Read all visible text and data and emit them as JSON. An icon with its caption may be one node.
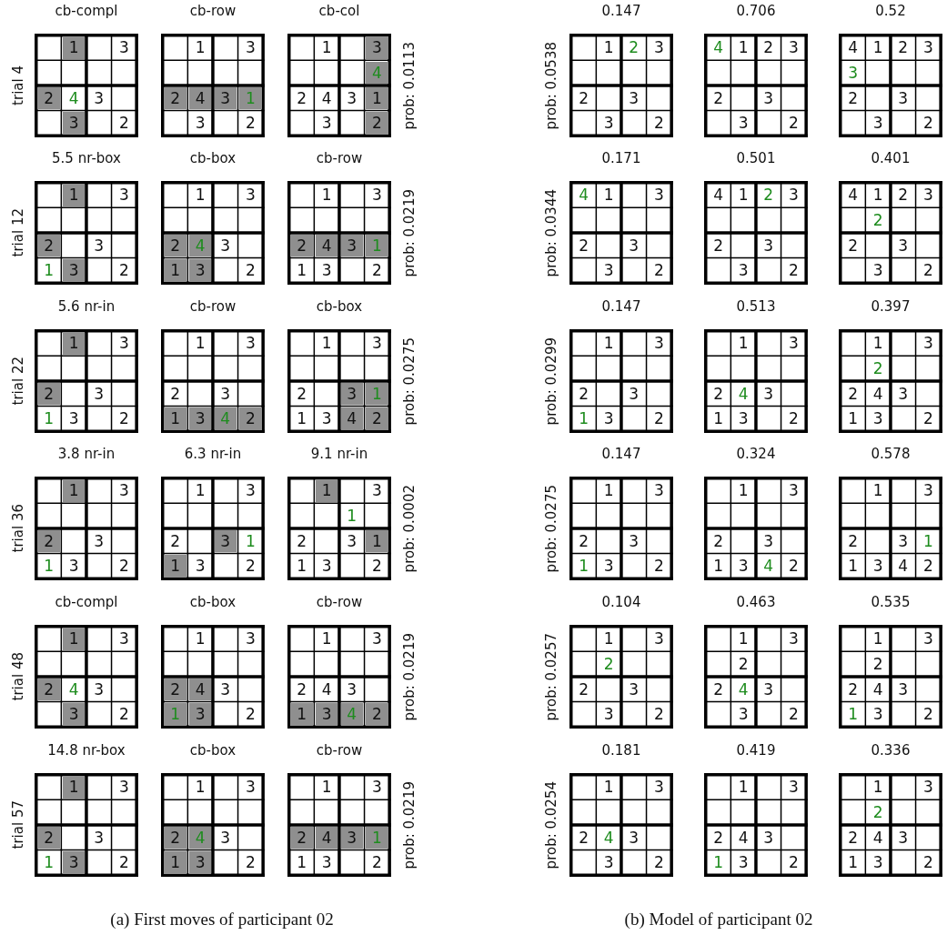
{
  "diagram": {
    "nodes": [
      {
        "text": [
          "cb-compl"
        ]
      },
      {
        "text": [
          "1"
        ],
        "in": 0
      },
      {
        "text": [
          "3"
        ],
        "in": 0
      },
      {
        "text": [
          "2"
        ],
        "in": 0
      },
      {
        "text": [
          "4"
        ],
        "in": 0
      },
      {
        "text": [
          "3"
        ],
        "in": 0
      },
      {
        "text": [
          "3"
        ],
        "in": 0
      },
      {
        "text": [
          "2"
        ],
        "in": 0
      },
      {
        "text": [
          "cb-row"
        ]
      },
      {
        "text": [
          "1"
        ],
        "in": 8
      },
      {
        "text": [
          "3"
        ],
        "in": 8
      },
      {
        "text": [
          "2"
        ],
        "in": 8
      },
      {
        "text": [
          "4"
        ],
        "in": 8
      },
      {
        "text": [
          "3"
        ],
        "in": 8
      },
      {
        "text": [
          "1"
        ],
        "in": 8
      },
      {
        "text": [
          "3"
        ],
        "in": 8
      },
      {
        "text": [
          "2"
        ],
        "in": 8
      },
      {
        "text": [
          "cb-col"
        ]
      },
      {
        "text": [
          "1"
        ],
        "in": 17
      },
      {
        "text": [
          "3"
        ],
        "in": 17
      },
      {
        "text": [
          "4"
        ],
        "in": 17
      },
      {
        "text": [
          "2"
        ],
        "in": 17
      },
      {
        "text": [
          "4"
        ],
        "in": 17
      },
      {
        "text": [
          "3"
        ],
        "in": 17
      },
      {
        "text": [
          "1"
        ],
        "in": 17
      },
      {
        "text": [
          "3"
        ],
        "in": 17
      },
      {
        "text": [
          "2"
        ],
        "in": 17
      },
      {
        "text": [
          "5.5 nr-box"
        ]
      },
      {
        "text": [
          "1"
        ],
        "in": 27
      },
      {
        "text": [
          "3"
        ],
        "in": 27
      },
      {
        "text": [
          "2"
        ],
        "in": 27
      },
      {
        "text": [
          "3"
        ],
        "in": 27
      },
      {
        "text": [
          "1"
        ],
        "in": 27
      },
      {
        "text": [
          "3"
        ],
        "in": 27
      },
      {
        "text": [
          "2"
        ],
        "in": 27
      },
      {
        "text": [
          "cb-box"
        ]
      },
      {
        "text": [
          "1"
        ],
        "in": 35
      },
      {
        "text": [
          "3"
        ],
        "in": 35
      },
      {
        "text": [
          "2"
        ],
        "in": 35
      },
      {
        "text": [
          "4"
        ],
        "in": 35
      },
      {
        "text": [
          "3"
        ],
        "in": 35
      },
      {
        "text": [
          "1"
        ],
        "in": 35
      },
      {
        "text": [
          "3"
        ],
        "in": 35
      },
      {
        "text": [
          "2"
        ],
        "in": 35
      },
      {
        "text": [
          "cb-row"
        ]
      },
      {
        "text": [
          "1"
        ],
        "in": 44
      },
      {
        "text": [
          "3"
        ],
        "in": 44
      },
      {
        "text": [
          "2"
        ],
        "in": 44
      },
      {
        "text": [
          "4"
        ],
        "in": 44
      },
      {
        "text": [
          "3"
        ],
        "in": 44
      },
      {
        "text": [
          "1"
        ],
        "in": 44
      },
      {
        "text": [
          "1"
        ],
        "in": 44
      },
      {
        "text": [
          "3"
        ],
        "in": 44
      },
      {
        "text": [
          "2"
        ],
        "in": 44
      },
      {
        "text": [
          "5.6 nr-in"
        ]
      },
      {
        "text": [
          "1"
        ],
        "in": 54
      },
      {
        "text": [
          "3"
        ],
        "in": 54
      },
      {
        "text": [
          "2"
        ],
        "in": 54
      },
      {
        "text": [
          "3"
        ],
        "in": 54
      },
      {
        "text": [
          "1"
        ],
        "in": 54
      },
      {
        "text": [
          "3"
        ],
        "in": 54
      },
      {
        "text": [
          "2"
        ],
        "in": 54
      },
      {
        "text": [
          "cb-row"
        ]
      },
      {
        "text": [
          "1"
        ],
        "in": 62
      },
      {
        "text": [
          "3"
        ],
        "in": 62
      },
      {
        "text": [
          "2"
        ],
        "in": 62
      },
      {
        "text": [
          "3"
        ],
        "in": 62
      },
      {
        "text": [
          "1"
        ],
        "in": 62
      },
      {
        "text": [
          "3"
        ],
        "in": 62
      },
      {
        "text": [
          "4"
        ],
        "in": 62
      },
      {
        "text": [
          "2"
        ],
        "in": 62
      },
      {
        "text": [
          "cb-box"
        ]
      },
      {
        "text": [
          "1"
        ],
        "in": 71
      },
      {
        "text": [
          "3"
        ],
        "in": 71
      },
      {
        "text": [
          "2"
        ],
        "in": 71
      },
      {
        "text": [
          "3"
        ],
        "in": 71
      },
      {
        "text": [
          "1"
        ],
        "in": 71
      },
      {
        "text": [
          "1"
        ],
        "in": 71
      },
      {
        "text": [
          "3"
        ],
        "in": 71
      },
      {
        "text": [
          "4"
        ],
        "in": 71
      },
      {
        "text": [
          "2"
        ],
        "in": 71
      },
      {
        "text": [
          "3.8 nr-in"
        ]
      },
      {
        "text": [
          "1"
        ],
        "in": 81
      },
      {
        "text": [
          "3"
        ],
        "in": 81
      },
      {
        "text": [
          "2"
        ],
        "in": 81
      },
      {
        "text": [
          "3"
        ],
        "in": 81
      },
      {
        "text": [
          "1"
        ],
        "in": 81
      },
      {
        "text": [
          "3"
        ],
        "in": 81
      },
      {
        "text": [
          "2"
        ],
        "in": 81
      },
      {
        "text": [
          "6.3 nr-in"
        ]
      },
      {
        "text": [
          "1"
        ],
        "in": 89
      },
      {
        "text": [
          "3"
        ],
        "in": 89
      },
      {
        "text": [
          "2"
        ],
        "in": 89
      },
      {
        "text": [
          "3"
        ],
        "in": 89
      },
      {
        "text": [
          "1"
        ],
        "in": 89
      },
      {
        "text": [
          "1"
        ],
        "in": 89
      },
      {
        "text": [
          "3"
        ],
        "in": 89
      },
      {
        "text": [
          "2"
        ],
        "in": 89
      },
      {
        "text": [
          "9.1 nr-in"
        ]
      },
      {
        "text": [
          "1"
        ],
        "in": 98
      },
      {
        "text": [
          "3"
        ],
        "in": 98
      },
      {
        "text": [
          "1"
        ],
        "in": 98
      },
      {
        "text": [
          "2"
        ],
        "in": 98
      },
      {
        "text": [
          "3"
        ],
        "in": 98
      },
      {
        "text": [
          "1"
        ],
        "in": 98
      },
      {
        "text": [
          "1"
        ],
        "in": 98
      },
      {
        "text": [
          "3"
        ],
        "in": 98
      },
      {
        "text": [
          "2"
        ],
        "in": 98
      },
      {
        "text": [
          "cb-compl"
        ]
      },
      {
        "text": [
          "1"
        ],
        "in": 108
      },
      {
        "text": [
          "3"
        ],
        "in": 108
      },
      {
        "text": [
          "2"
        ],
        "in": 108
      },
      {
        "text": [
          "4"
        ],
        "in": 108
      },
      {
        "text": [
          "3"
        ],
        "in": 108
      },
      {
        "text": [
          "3"
        ],
        "in": 108
      },
      {
        "text": [
          "2"
        ],
        "in": 108
      },
      {
        "text": [
          "cb-box"
        ]
      },
      {
        "text": [
          "1"
        ],
        "in": 116
      },
      {
        "text": [
          "3"
        ],
        "in": 116
      },
      {
        "text": [
          "2"
        ],
        "in": 116
      },
      {
        "text": [
          "4"
        ],
        "in": 116
      },
      {
        "text": [
          "3"
        ],
        "in": 116
      },
      {
        "text": [
          "1"
        ],
        "in": 116
      },
      {
        "text": [
          "3"
        ],
        "in": 116
      },
      {
        "text": [
          "2"
        ],
        "in": 116
      },
      {
        "text": [
          "cb-row"
        ]
      },
      {
        "text": [
          "1"
        ],
        "in": 125
      },
      {
        "text": [
          "3"
        ],
        "in": 125
      },
      {
        "text": [
          "2"
        ],
        "in": 125
      },
      {
        "text": [
          "4"
        ],
        "in": 125
      },
      {
        "text": [
          "3"
        ],
        "in": 125
      },
      {
        "text": [
          "1"
        ],
        "in": 125
      },
      {
        "text": [
          "3"
        ],
        "in": 125
      },
      {
        "text": [
          "4"
        ],
        "in": 125
      },
      {
        "text": [
          "2"
        ],
        "in": 125
      },
      {
        "text": [
          "14.8 nr-box"
        ]
      },
      {
        "text": [
          "1"
        ],
        "in": 135
      },
      {
        "text": [
          "3"
        ],
        "in": 135
      },
      {
        "text": [
          "2"
        ],
        "in": 135
      },
      {
        "text": [
          "3"
        ],
        "in": 135
      },
      {
        "text": [
          "1"
        ],
        "in": 135
      },
      {
        "text": [
          "3"
        ],
        "in": 135
      },
      {
        "text": [
          "2"
        ],
        "in": 135
      },
      {
        "text": [
          "cb-box"
        ]
      },
      {
        "text": [
          "1"
        ],
        "in": 143
      },
      {
        "text": [
          "3"
        ],
        "in": 143
      },
      {
        "text": [
          "2"
        ],
        "in": 143
      },
      {
        "text": [
          "4"
        ],
        "in": 143
      },
      {
        "text": [
          "3"
        ],
        "in": 143
      },
      {
        "text": [
          "1"
        ],
        "in": 143
      },
      {
        "text": [
          "3"
        ],
        "in": 143
      },
      {
        "text": [
          "2"
        ],
        "in": 143
      },
      {
        "text": [
          "cb-row"
        ]
      },
      {
        "text": [
          "1"
        ],
        "in": 152
      },
      {
        "text": [
          "3"
        ],
        "in": 152
      },
      {
        "text": [
          "2"
        ],
        "in": 152
      },
      {
        "text": [
          "4"
        ],
        "in": 152
      },
      {
        "text": [
          "3"
        ],
        "in": 152
      },
      {
        "text": [
          "1"
        ],
        "in": 152
      },
      {
        "text": [
          "1"
        ],
        "in": 152
      },
      {
        "text": [
          "3"
        ],
        "in": 152
      },
      {
        "text": [
          "2"
        ],
        "in": 152
      },
      {
        "text": [
          "0.147"
        ]
      },
      {
        "text": [
          "1"
        ],
        "in": 162
      },
      {
        "text": [
          "2"
        ],
        "in": 162
      },
      {
        "text": [
          "3"
        ],
        "in": 162
      },
      {
        "text": [
          "2"
        ],
        "in": 162
      },
      {
        "text": [
          "3"
        ],
        "in": 162
      },
      {
        "text": [
          "3"
        ],
        "in": 162
      },
      {
        "text": [
          "2"
        ],
        "in": 162
      },
      {
        "text": [
          "0.706"
        ]
      },
      {
        "text": [
          "4"
        ],
        "in": 170
      },
      {
        "text": [
          "1"
        ],
        "in": 170
      },
      {
        "text": [
          "2"
        ],
        "in": 170
      },
      {
        "text": [
          "3"
        ],
        "in": 170
      },
      {
        "text": [
          "2"
        ],
        "in": 170
      },
      {
        "text": [
          "3"
        ],
        "in": 170
      },
      {
        "text": [
          "3"
        ],
        "in": 170
      },
      {
        "text": [
          "2"
        ],
        "in": 170
      },
      {
        "text": [
          "0.52"
        ]
      },
      {
        "text": [
          "4"
        ],
        "in": 179
      },
      {
        "text": [
          "1"
        ],
        "in": 179
      },
      {
        "text": [
          "2"
        ],
        "in": 179
      },
      {
        "text": [
          "3"
        ],
        "in": 179
      },
      {
        "text": [
          "3"
        ],
        "in": 179
      },
      {
        "text": [
          "2"
        ],
        "in": 179
      },
      {
        "text": [
          "3"
        ],
        "in": 179
      },
      {
        "text": [
          "3"
        ],
        "in": 179
      },
      {
        "text": [
          "2"
        ],
        "in": 179
      },
      {
        "text": [
          "0.171"
        ]
      },
      {
        "text": [
          "4"
        ],
        "in": 189
      },
      {
        "text": [
          "1"
        ],
        "in": 189
      },
      {
        "text": [
          "3"
        ],
        "in": 189
      },
      {
        "text": [
          "2"
        ],
        "in": 189
      },
      {
        "text": [
          "3"
        ],
        "in": 189
      },
      {
        "text": [
          "3"
        ],
        "in": 189
      },
      {
        "text": [
          "2"
        ],
        "in": 189
      },
      {
        "text": [
          "0.501"
        ]
      },
      {
        "text": [
          "4"
        ],
        "in": 197
      },
      {
        "text": [
          "1"
        ],
        "in": 197
      },
      {
        "text": [
          "2"
        ],
        "in": 197
      },
      {
        "text": [
          "3"
        ],
        "in": 197
      },
      {
        "text": [
          "2"
        ],
        "in": 197
      },
      {
        "text": [
          "3"
        ],
        "in": 197
      },
      {
        "text": [
          "3"
        ],
        "in": 197
      },
      {
        "text": [
          "2"
        ],
        "in": 197
      },
      {
        "text": [
          "0.401"
        ]
      },
      {
        "text": [
          "4"
        ],
        "in": 206
      },
      {
        "text": [
          "1"
        ],
        "in": 206
      },
      {
        "text": [
          "2"
        ],
        "in": 206
      },
      {
        "text": [
          "3"
        ],
        "in": 206
      },
      {
        "text": [
          "2"
        ],
        "in": 206
      },
      {
        "text": [
          "2"
        ],
        "in": 206
      },
      {
        "text": [
          "3"
        ],
        "in": 206
      },
      {
        "text": [
          "3"
        ],
        "in": 206
      },
      {
        "text": [
          "2"
        ],
        "in": 206
      },
      {
        "text": [
          "0.147"
        ]
      },
      {
        "text": [
          "1"
        ],
        "in": 216
      },
      {
        "text": [
          "3"
        ],
        "in": 216
      },
      {
        "text": [
          "2"
        ],
        "in": 216
      },
      {
        "text": [
          "3"
        ],
        "in": 216
      },
      {
        "text": [
          "1"
        ],
        "in": 216
      },
      {
        "text": [
          "3"
        ],
        "in": 216
      },
      {
        "text": [
          "2"
        ],
        "in": 216
      },
      {
        "text": [
          "0.513"
        ]
      },
      {
        "text": [
          "1"
        ],
        "in": 224
      },
      {
        "text": [
          "3"
        ],
        "in": 224
      },
      {
        "text": [
          "2"
        ],
        "in": 224
      },
      {
        "text": [
          "4"
        ],
        "in": 224
      },
      {
        "text": [
          "3"
        ],
        "in": 224
      },
      {
        "text": [
          "1"
        ],
        "in": 224
      },
      {
        "text": [
          "3"
        ],
        "in": 224
      },
      {
        "text": [
          "2"
        ],
        "in": 224
      },
      {
        "text": [
          "0.397"
        ]
      },
      {
        "text": [
          "1"
        ],
        "in": 233
      },
      {
        "text": [
          "3"
        ],
        "in": 233
      },
      {
        "text": [
          "2"
        ],
        "in": 233
      },
      {
        "text": [
          "2"
        ],
        "in": 233
      },
      {
        "text": [
          "4"
        ],
        "in": 233
      },
      {
        "text": [
          "3"
        ],
        "in": 233
      },
      {
        "text": [
          "1"
        ],
        "in": 233
      },
      {
        "text": [
          "3"
        ],
        "in": 233
      },
      {
        "text": [
          "2"
        ],
        "in": 233
      },
      {
        "text": [
          "0.147"
        ]
      },
      {
        "text": [
          "1"
        ],
        "in": 243
      },
      {
        "text": [
          "3"
        ],
        "in": 243
      },
      {
        "text": [
          "2"
        ],
        "in": 243
      },
      {
        "text": [
          "3"
        ],
        "in": 243
      },
      {
        "text": [
          "1"
        ],
        "in": 243
      },
      {
        "text": [
          "3"
        ],
        "in": 243
      },
      {
        "text": [
          "2"
        ],
        "in": 243
      },
      {
        "text": [
          "0.324"
        ]
      },
      {
        "text": [
          "1"
        ],
        "in": 251
      },
      {
        "text": [
          "3"
        ],
        "in": 251
      },
      {
        "text": [
          "2"
        ],
        "in": 251
      },
      {
        "text": [
          "3"
        ],
        "in": 251
      },
      {
        "text": [
          "1"
        ],
        "in": 251
      },
      {
        "text": [
          "3"
        ],
        "in": 251
      },
      {
        "text": [
          "4"
        ],
        "in": 251
      },
      {
        "text": [
          "2"
        ],
        "in": 251
      },
      {
        "text": [
          "0.578"
        ]
      },
      {
        "text": [
          "1"
        ],
        "in": 260
      },
      {
        "text": [
          "3"
        ],
        "in": 260
      },
      {
        "text": [
          "2"
        ],
        "in": 260
      },
      {
        "text": [
          "3"
        ],
        "in": 260
      },
      {
        "text": [
          "1"
        ],
        "in": 260
      },
      {
        "text": [
          "1"
        ],
        "in": 260
      },
      {
        "text": [
          "3"
        ],
        "in": 260
      },
      {
        "text": [
          "4"
        ],
        "in": 260
      },
      {
        "text": [
          "2"
        ],
        "in": 260
      },
      {
        "text": [
          "0.104"
        ]
      },
      {
        "text": [
          "1"
        ],
        "in": 270
      },
      {
        "text": [
          "3"
        ],
        "in": 270
      },
      {
        "text": [
          "2"
        ],
        "in": 270
      },
      {
        "text": [
          "2"
        ],
        "in": 270
      },
      {
        "text": [
          "3"
        ],
        "in": 270
      },
      {
        "text": [
          "3"
        ],
        "in": 270
      },
      {
        "text": [
          "2"
        ],
        "in": 270
      },
      {
        "text": [
          "0.463"
        ]
      },
      {
        "text": [
          "1"
        ],
        "in": 278
      },
      {
        "text": [
          "3"
        ],
        "in": 278
      },
      {
        "text": [
          "2"
        ],
        "in": 278
      },
      {
        "text": [
          "2"
        ],
        "in": 278
      },
      {
        "text": [
          "4"
        ],
        "in": 278
      },
      {
        "text": [
          "3"
        ],
        "in": 278
      },
      {
        "text": [
          "3"
        ],
        "in": 278
      },
      {
        "text": [
          "2"
        ],
        "in": 278
      },
      {
        "text": [
          "0.535"
        ]
      },
      {
        "text": [
          "1"
        ],
        "in": 287
      },
      {
        "text": [
          "3"
        ],
        "in": 287
      },
      {
        "text": [
          "2"
        ],
        "in": 287
      },
      {
        "text": [
          "2"
        ],
        "in": 287
      },
      {
        "text": [
          "4"
        ],
        "in": 287
      },
      {
        "text": [
          "3"
        ],
        "in": 287
      },
      {
        "text": [
          "1"
        ],
        "in": 287
      },
      {
        "text": [
          "3"
        ],
        "in": 287
      },
      {
        "text": [
          "2"
        ],
        "in": 287
      },
      {
        "text": [
          "0.181"
        ]
      },
      {
        "text": [
          "1"
        ],
        "in": 297
      },
      {
        "text": [
          "3"
        ],
        "in": 297
      },
      {
        "text": [
          "2"
        ],
        "in": 297
      },
      {
        "text": [
          "4"
        ],
        "in": 297
      },
      {
        "text": [
          "3"
        ],
        "in": 297
      },
      {
        "text": [
          "3"
        ],
        "in": 297
      },
      {
        "text": [
          "2"
        ],
        "in": 297
      },
      {
        "text": [
          "0.419"
        ]
      },
      {
        "text": [
          "1"
        ],
        "in": 305
      },
      {
        "text": [
          "3"
        ],
        "in": 305
      },
      {
        "text": [
          "2"
        ],
        "in": 305
      },
      {
        "text": [
          "4"
        ],
        "in": 305
      },
      {
        "text": [
          "3"
        ],
        "in": 305
      },
      {
        "text": [
          "1"
        ],
        "in": 305
      },
      {
        "text": [
          "3"
        ],
        "in": 305
      },
      {
        "text": [
          "2"
        ],
        "in": 305
      },
      {
        "text": [
          "0.336"
        ]
      },
      {
        "text": [
          "1"
        ],
        "in": 314
      },
      {
        "text": [
          "3"
        ],
        "in": 314
      },
      {
        "text": [
          "2"
        ],
        "in": 314
      },
      {
        "text": [
          "2"
        ],
        "in": 314
      },
      {
        "text": [
          "4"
        ],
        "in": 314
      },
      {
        "text": [
          "3"
        ],
        "in": 314
      },
      {
        "text": [
          "1"
        ],
        "in": 314
      },
      {
        "text": [
          "3"
        ],
        "in": 314
      },
      {
        "text": [
          "2"
        ],
        "in": 314
      }
    ],
    "labels": [
      "trial 4",
      "prob: 0.0113",
      "prob: 0.0538",
      "trial 12",
      "prob: 0.0219",
      "prob: 0.0344",
      "trial 22",
      "prob: 0.0275",
      "prob: 0.0299",
      "trial 36",
      "prob: 0.0002",
      "prob: 0.0275",
      "trial 48",
      "prob: 0.0219",
      "prob: 0.0257",
      "trial 57",
      "prob: 0.0219",
      "prob: 0.0254",
      "(a) First moves of participant 02",
      "(b) Model of participant 02"
    ]
  }
}
